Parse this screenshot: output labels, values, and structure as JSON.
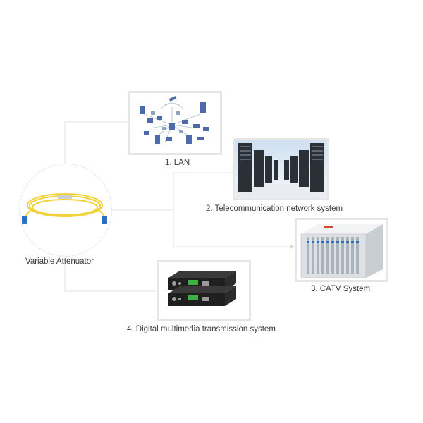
{
  "source": {
    "label": "Variable Attenuator",
    "cable_color": "#f2d23a",
    "connector_color": "#2e6fc4"
  },
  "applications": [
    {
      "label": "1. LAN"
    },
    {
      "label": "2. Telecommunication network system"
    },
    {
      "label": "3. CATV System"
    },
    {
      "label": "4. Digital multimedia transmission system"
    }
  ],
  "colors": {
    "connector_line": "#e3e3e3",
    "frame_border": "#e6e6e6",
    "terminal_green": "#3cb043"
  }
}
